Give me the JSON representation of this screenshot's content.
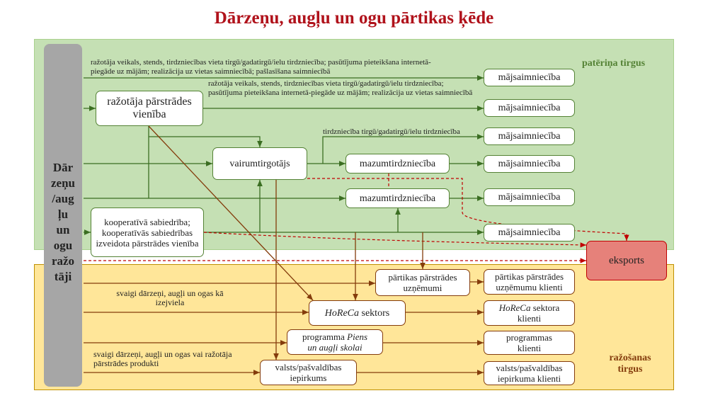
{
  "title": "Dārzeņu, augļu un ogu pārtikas ķēde",
  "markets": {
    "consumer": "patēriņa tirgus",
    "production": "ražošanas tirgus"
  },
  "producers": [
    "Dār",
    "zeņu",
    "/aug",
    "ļu",
    "un",
    "ogu",
    "ražo",
    "tāji"
  ],
  "nodes": {
    "processing_unit": "ražotāja pārstrādes vienība",
    "wholesaler": "vairumtirgotājs",
    "retail1": "mazumtirdzniecība",
    "retail2": "mazumtirdzniecība",
    "cooperative": "kooperatīvā sabiedrība; kooperatīvās sabiedrības izveidota pārstrādes vienība",
    "export": "eksports",
    "household": "mājsaimniecība",
    "food_processing": "pārtikas pārstrādes uzņēmumi",
    "food_processing_clients": "pārtikas pārstrādes uzņēmumu klienti",
    "horeca_italic": "HoReCa",
    "horeca_rest": " sektors",
    "horeca_clients_italic": "HoReCa",
    "horeca_clients_rest": " sektora klienti",
    "school_prefix": "programma ",
    "school_italic1": "Piens",
    "school_italic2": "un augļi skolai",
    "school_clients": "programmas klienti",
    "procurement": "valsts/pašvaldības iepirkums",
    "procurement_clients": "valsts/pašvaldības iepirkuma klienti"
  },
  "labels": {
    "direct1": "ražotāja veikals, stends, tirdzniecības vieta tirgū/gadatirgū/ielu tirdzniecība; pasūtījuma pieteikšana internetā-piegāde uz mājām; realizācija uz vietas saimniecībā; pašlasīšana saimniecībā",
    "direct2": "ražotāja veikals, stends, tirdzniecības vieta tirgū/gadatirgū/ielu tirdzniecība; pasūtījuma pieteikšana internetā-piegāde uz mājām; realizācija uz vietas saimniecībā",
    "market_trade": "tirdzniecība tirgū/gadatirgū/ielu tirdzniecība",
    "raw_material": "svaigi dārzeņi, augļi un ogas kā izejviela",
    "fresh_or_processed": "svaigi dārzeņi, augļi un ogas vai ražotāja pārstrādes produkti"
  },
  "colors": {
    "green_arrow": "#3B6E22",
    "brown_arrow": "#843C0C",
    "export_fill": "#E6817A",
    "export_dash": "#C00000"
  }
}
